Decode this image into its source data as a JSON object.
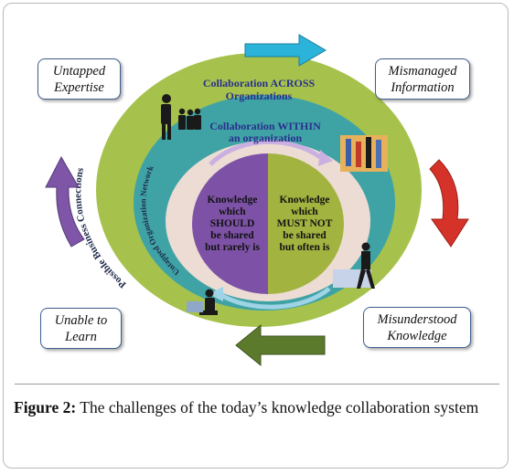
{
  "diagram": {
    "outer_ring_label": "Possible Business Connections",
    "middle_ring_label": "Untapped Organization Network",
    "collab_across": [
      "Collaboration ACROSS",
      "Organizations"
    ],
    "collab_within": [
      "Collaboration WITHIN",
      "an organization"
    ],
    "left_half": [
      "Knowledge",
      "which",
      "SHOULD",
      "be shared",
      "but rarely is"
    ],
    "right_half": [
      "Knowledge",
      "which",
      "MUST NOT",
      "be shared",
      "but often is"
    ],
    "corners": {
      "top_left": "Untapped\nExpertise",
      "top_right": "Mismanaged\nInformation",
      "bottom_right": "Misunderstood\nKnowledge",
      "bottom_left": "Unable to\nLearn"
    },
    "colors": {
      "outer_ring": "#a6c24c",
      "middle_ring": "#3fa3a6",
      "inner_bg": "#ecdcd4",
      "left_half": "#7d52a6",
      "right_half": "#a3b340",
      "arrow_top": "#2bb3d9",
      "arrow_right": "#d5332a",
      "arrow_bottom": "#5b7a2c",
      "arrow_left": "#7e55a7",
      "label_blue": "#2a2f8c"
    }
  },
  "caption": {
    "label": "Figure 2:",
    "text": " The challenges of the today’s knowledge collaboration system"
  }
}
